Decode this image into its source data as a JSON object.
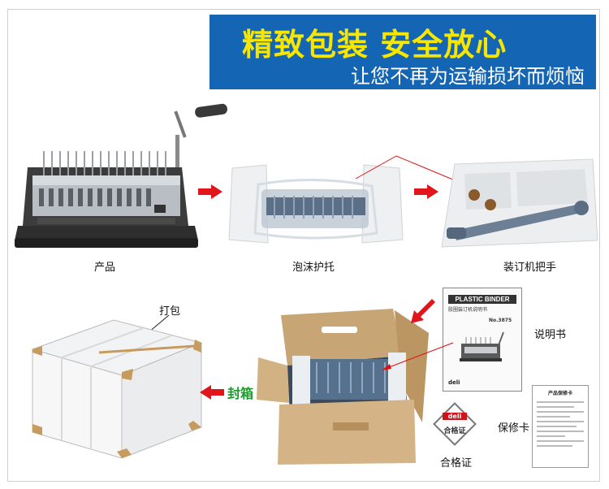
{
  "banner": {
    "title": "精致包装 安全放心",
    "subtitle": "让您不再为运输损坏而烦恼"
  },
  "steps": {
    "product": "产品",
    "foam": "泡沫护托",
    "handle": "装订机把手",
    "wrap": "打包",
    "seal": "封箱",
    "manual": "说明书",
    "certificate": "合格证",
    "warranty": "保修卡"
  },
  "manual_cover": {
    "heading": "PLASTIC BINDER",
    "subheading": "胶圈装订机说明书",
    "model": "No.3875",
    "brand": "deli"
  },
  "certificate_badge": {
    "brand": "deli",
    "label": "合格证"
  },
  "warranty_card": {
    "heading": "产品保修卡"
  },
  "colors": {
    "banner_bg": "#1565b5",
    "banner_title": "#f7e600",
    "arrow": "#e0161c",
    "seal_text": "#1a9b2a"
  }
}
